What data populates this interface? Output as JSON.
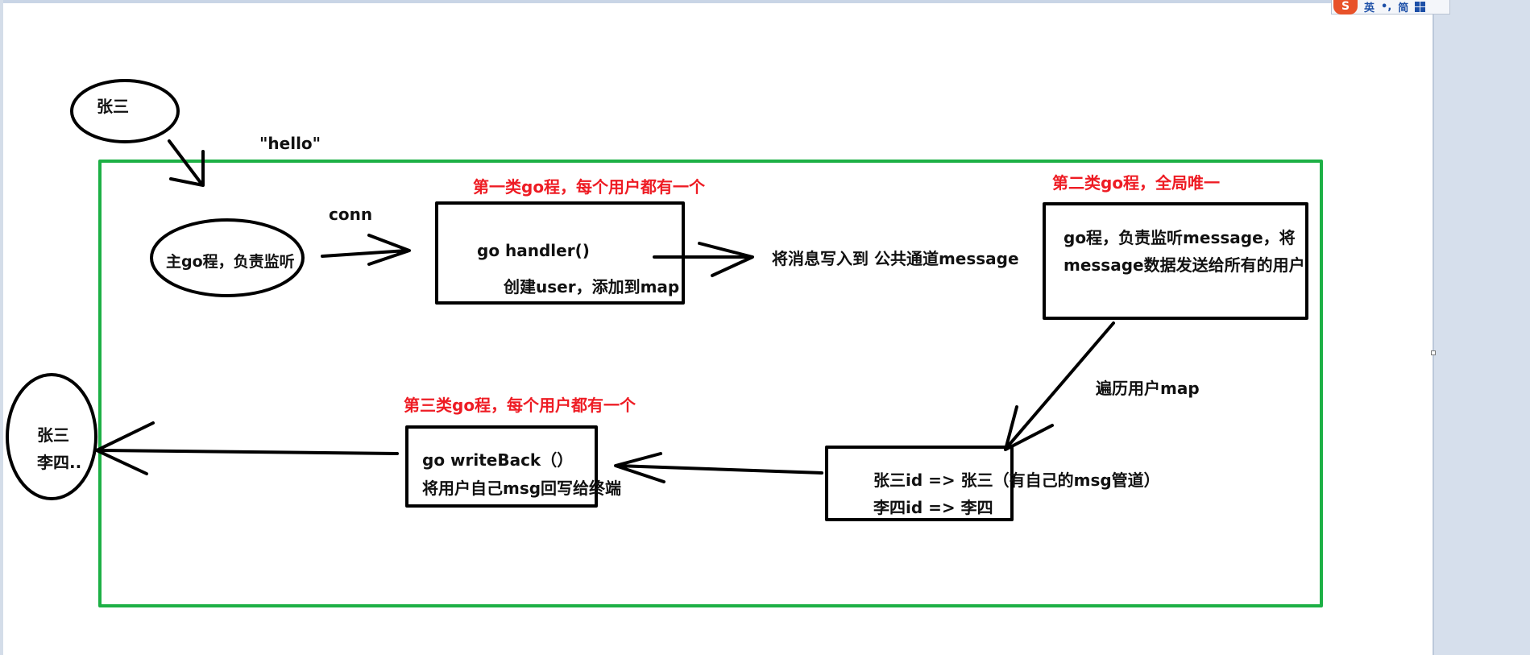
{
  "ime": {
    "logo": "S",
    "lang": "英",
    "punct": "•,",
    "mode": "简"
  },
  "diagram": {
    "client_top": "张三",
    "hello": "\"hello\"",
    "main_goroutine": "主go程，负责监听",
    "conn": "conn",
    "type1_title": "第一类go程，每个用户都有一个",
    "handler_line1": "go handler()",
    "handler_line2": "创建user，添加到map",
    "write_to_channel": "将消息写入到 公共通道message",
    "type2_title": "第二类go程，全局唯一",
    "global_line1": "go程，负责监听message，将",
    "global_line2": "message数据发送给所有的用户",
    "traverse": "遍历用户map",
    "map_line1": "张三id => 张三（有自己的msg管道）",
    "map_line2": "李四id => 李四",
    "type3_title": "第三类go程，每个用户都有一个",
    "writeback_line1": "go writeBack（）",
    "writeback_line2": "将用户自己msg回写给终端",
    "client_left_line1": "张三",
    "client_left_line2": "李四.."
  },
  "colors": {
    "frame": "#1db045",
    "title_red": "#ee1c24",
    "ink": "#000000"
  }
}
